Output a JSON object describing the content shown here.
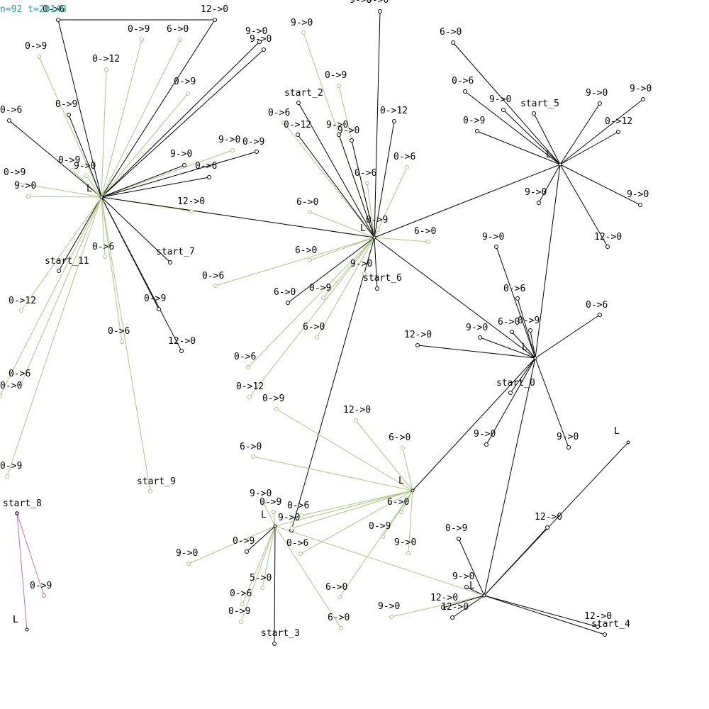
{
  "header": {
    "text": "n=92 t=20148"
  },
  "colors": {
    "black_edge": "#000000",
    "green_edge": "#a8c888",
    "purple_edge": "#c070c0",
    "header_text": "#20a0a0"
  },
  "hubs": {
    "H1": "L",
    "H2": "L",
    "H3": "L",
    "H4": "L",
    "H5": "L",
    "H6": "L",
    "H7": "L",
    "H8": "L",
    "H9": "L",
    "H10": "L"
  },
  "labels": {
    "a1": "0->6",
    "a2": "12->0",
    "a3": "0->9",
    "a4": "6->0",
    "a5": "0->9",
    "a6": "0->12",
    "a7": "9->0",
    "a8": "9->0",
    "a9": "0->9",
    "a10": "0->6",
    "a11": "0->9",
    "a12": "9->0",
    "a13": "0->9",
    "a14": "9->0",
    "a15": "0->9",
    "a16": "9->0",
    "a17": "0->9",
    "a18": "9->0",
    "a19": "0->6",
    "a20": "12->0",
    "a21": "start_11",
    "a22": "0->6",
    "a23": "start_7",
    "a24": "0->9",
    "a25": "12->0",
    "a26": "0->6",
    "a27": "0->0",
    "a28": "0->9",
    "a29": "0->6",
    "a30": "0->12",
    "a31": "start_9",
    "a32": "start_8",
    "a33": "0->9",
    "b1": "9->0",
    "b2": "9->0",
    "b3": "0->9",
    "b4": "start_2",
    "b5": "0->12",
    "b6": "0->6",
    "b7": "0->12",
    "b8": "9->0",
    "b9": "9->0",
    "b10": "0->6",
    "b11": "0->6",
    "b12": "6->0",
    "b13": "0->9",
    "b14": "6->0",
    "b15": "6->0",
    "b16": "9->0",
    "b17": "start_6",
    "b18": "0->6",
    "b19": "6->0",
    "b20": "0->9",
    "b21": "6->0",
    "b22": "0->6",
    "b23": "0->12",
    "b24": "9->0",
    "c1": "6->0",
    "c2": "0->6",
    "c3": "9->0",
    "c4": "start_5",
    "c5": "9->0",
    "c6": "9->0",
    "c7": "0->9",
    "c8": "0->12",
    "c9": "9->0",
    "c10": "9->0",
    "c11": "12->0",
    "c12": "9->0",
    "c13": "0->6",
    "c14": "0->6",
    "c15": "6->0",
    "c16": "0->9",
    "c17": "9->0",
    "c18": "12->0",
    "c19": "start_0",
    "c20": "9->0",
    "c21": "9->0",
    "d1": "0->9",
    "d2": "12->0",
    "d3": "6->0",
    "d4": "6->0",
    "d5": "0->9",
    "d6": "0->6",
    "d7": "6->0",
    "d8": "9->0",
    "d9": "0->9",
    "d10": "9->0",
    "d11": "9->0",
    "d12": "0->9",
    "d13": "9->0",
    "d14": "5->0",
    "d15": "0->6",
    "d16": "6->0",
    "d17": "0->9",
    "d18": "start_3",
    "d19": "0->6",
    "d20": "6->0",
    "e1": "9->0",
    "e2": "0->9",
    "e3": "12->0",
    "e4": "9->0",
    "e5": "12->0",
    "e6": "12->0",
    "e7": "12->0",
    "e8": "start_4"
  }
}
